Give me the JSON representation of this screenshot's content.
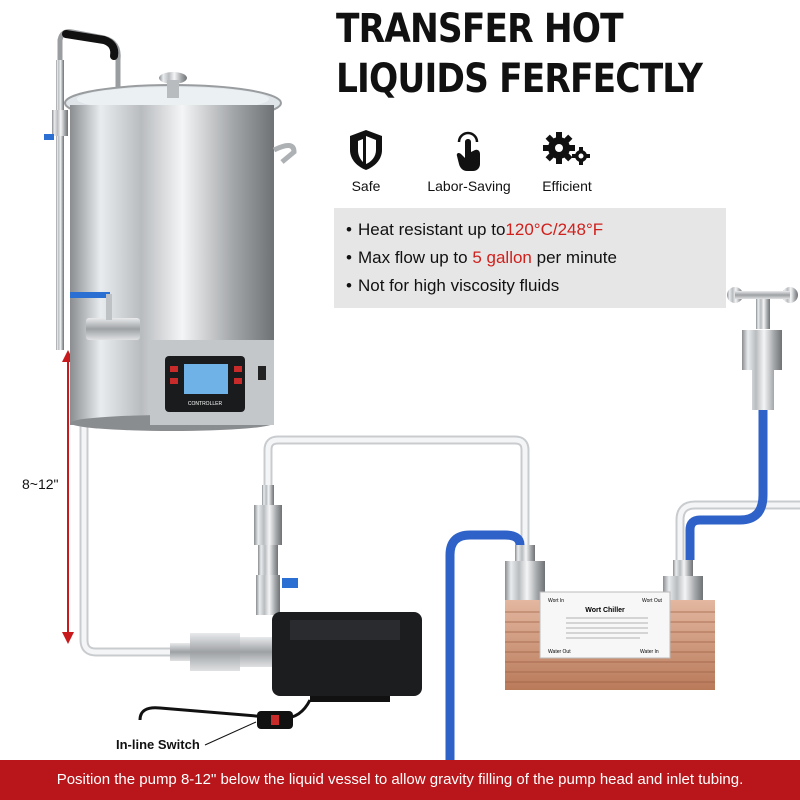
{
  "headline": {
    "line1": "TRANSFER HOT",
    "line2": "LIQUIDS FERFECTLY"
  },
  "features": [
    {
      "label": "Safe",
      "icon": "shield-icon"
    },
    {
      "label": "Labor-Saving",
      "icon": "hand-touch-icon"
    },
    {
      "label": "Efficient",
      "icon": "gears-icon"
    }
  ],
  "specs": [
    {
      "text": "Heat resistant up to",
      "highlight": "120°C/248°F",
      "suffix": ""
    },
    {
      "text": "Max flow up to ",
      "highlight": "5 gallon",
      "suffix": " per minute"
    },
    {
      "text": "Not for high viscosity fluids",
      "highlight": "",
      "suffix": ""
    }
  ],
  "labels": {
    "height": "8~12\"",
    "inline_switch": "In-line Switch",
    "controller": "CONTROLLER"
  },
  "chiller": {
    "wort_out": "Wort Out",
    "wort_in": "Wort In",
    "title": "Wort Chiller",
    "water_out": "Water Out",
    "water_in": "Water In"
  },
  "banner": "Position the pump 8-12\" below the liquid vessel to allow gravity filling of the pump head and inlet tubing.",
  "colors": {
    "accent_red": "#d0201c",
    "banner_red": "#b8161a",
    "blue_hose": "#2f62c8",
    "copper": "#c98a6a"
  }
}
